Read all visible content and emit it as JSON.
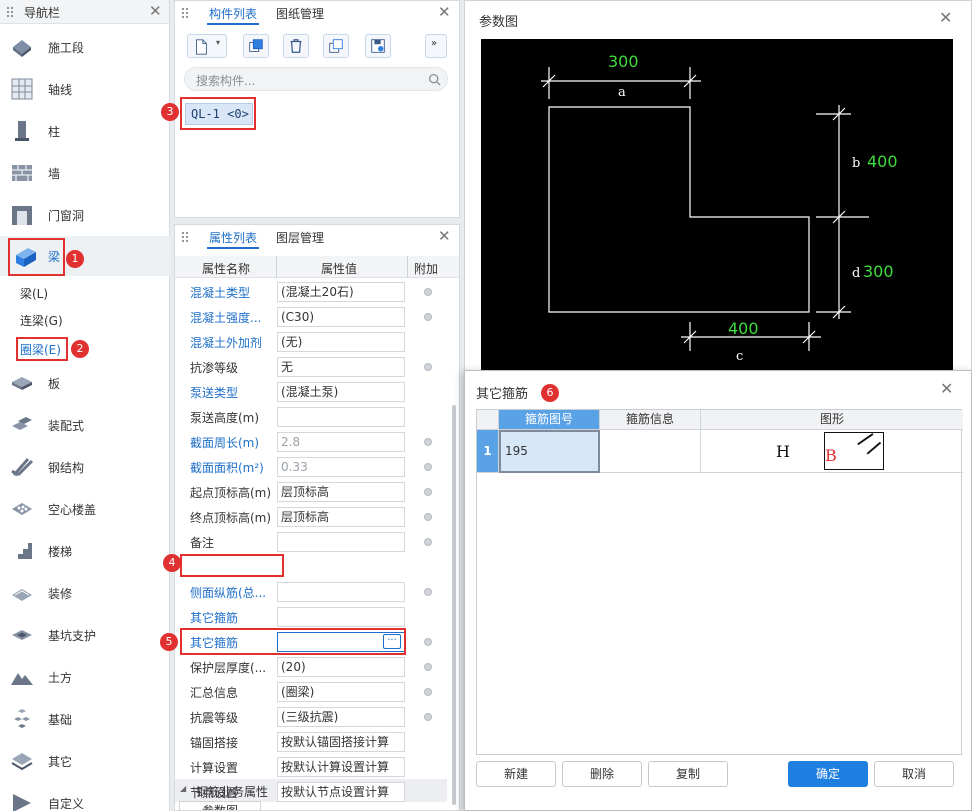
{
  "nav": {
    "title": "导航栏",
    "items": [
      {
        "label": "施工段",
        "icon": "construction-segment-icon"
      },
      {
        "label": "轴线",
        "icon": "grid-axis-icon"
      },
      {
        "label": "柱",
        "icon": "column-icon"
      },
      {
        "label": "墙",
        "icon": "wall-icon"
      },
      {
        "label": "门窗洞",
        "icon": "door-window-icon"
      },
      {
        "label": "梁",
        "icon": "beam-icon"
      },
      {
        "label": "板",
        "icon": "slab-icon"
      },
      {
        "label": "装配式",
        "icon": "prefab-icon"
      },
      {
        "label": "钢结构",
        "icon": "steel-structure-icon"
      },
      {
        "label": "空心楼盖",
        "icon": "hollow-floor-icon"
      },
      {
        "label": "楼梯",
        "icon": "stairs-icon"
      },
      {
        "label": "装修",
        "icon": "decoration-icon"
      },
      {
        "label": "基坑支护",
        "icon": "pit-support-icon"
      },
      {
        "label": "土方",
        "icon": "earthwork-icon"
      },
      {
        "label": "基础",
        "icon": "foundation-icon"
      },
      {
        "label": "其它",
        "icon": "other-icon"
      },
      {
        "label": "自定义",
        "icon": "custom-icon"
      }
    ],
    "beam_subitems": [
      "梁(L)",
      "连梁(G)",
      "圈梁(E)"
    ]
  },
  "components": {
    "tabs": [
      "构件列表",
      "图纸管理"
    ],
    "search_placeholder": "搜索构件...",
    "selected": "QL-1 <0>"
  },
  "properties": {
    "tabs": [
      "属性列表",
      "图层管理"
    ],
    "headers": [
      "属性名称",
      "属性值",
      "附加"
    ],
    "rows": [
      {
        "name": "混凝土类型",
        "value": "(混凝土20石)",
        "link": true,
        "dot": true
      },
      {
        "name": "混凝土强度...",
        "value": "(C30)",
        "link": true,
        "dot": true
      },
      {
        "name": "混凝土外加剂",
        "value": "(无)",
        "link": true,
        "dot": false
      },
      {
        "name": "抗渗等级",
        "value": "无",
        "link": false,
        "dot": true
      },
      {
        "name": "泵送类型",
        "value": "(混凝土泵)",
        "link": true,
        "dot": false
      },
      {
        "name": "泵送高度(m)",
        "value": "",
        "link": false,
        "dot": false
      },
      {
        "name": "截面周长(m)",
        "value": "2.8",
        "link": true,
        "dot": true,
        "disabled": true
      },
      {
        "name": "截面面积(m²)",
        "value": "0.33",
        "link": true,
        "dot": true,
        "disabled": true
      },
      {
        "name": "起点顶标高(m)",
        "value": "层顶标高",
        "link": false,
        "dot": true
      },
      {
        "name": "终点顶标高(m)",
        "value": "层顶标高",
        "link": false,
        "dot": true
      },
      {
        "name": "备注",
        "value": "",
        "link": false,
        "dot": true
      }
    ],
    "group_label": "钢筋业务属性",
    "group_rows": [
      {
        "name": "侧面纵筋(总...",
        "value": "",
        "link": true,
        "dot": true
      },
      {
        "name": "其它箍筋",
        "value": "",
        "link": true,
        "dot": false
      },
      {
        "name": "其它箍筋",
        "value": "",
        "link": true,
        "dot": true,
        "editing": true
      },
      {
        "name": "保护层厚度(...",
        "value": "(20)",
        "link": false,
        "dot": true
      },
      {
        "name": "汇总信息",
        "value": "(圈梁)",
        "link": false,
        "dot": true
      },
      {
        "name": "抗震等级",
        "value": "(三级抗震)",
        "link": false,
        "dot": true
      },
      {
        "name": "锚固搭接",
        "value": "按默认锚固搭接计算",
        "link": false,
        "dot": false
      },
      {
        "name": "计算设置",
        "value": "按默认计算设置计算",
        "link": false,
        "dot": false
      },
      {
        "name": "节点设置",
        "value": "按默认节点设置计算",
        "link": false,
        "dot": false
      }
    ],
    "bottom_tab": "参数图",
    "ellipsis": "···"
  },
  "param_view": {
    "title": "参数图",
    "dims": [
      {
        "label": "a",
        "value": "300"
      },
      {
        "label": "b",
        "value": "400"
      },
      {
        "label": "d",
        "value": "300"
      },
      {
        "label": "c",
        "value": "400"
      }
    ],
    "colors": {
      "line": "#ffffff",
      "value": "#3ddc3d",
      "background": "#000000"
    }
  },
  "dialog": {
    "title": "其它箍筋",
    "columns": [
      "箍筋图号",
      "箍筋信息",
      "图形"
    ],
    "rows": [
      {
        "index": "1",
        "code": "195",
        "info": "",
        "shape_h": "H",
        "shape_b": "B"
      }
    ],
    "buttons": {
      "new": "新建",
      "delete": "删除",
      "copy": "复制",
      "ok": "确定",
      "cancel": "取消"
    }
  },
  "annotations": [
    "1",
    "2",
    "3",
    "4",
    "5",
    "6"
  ]
}
